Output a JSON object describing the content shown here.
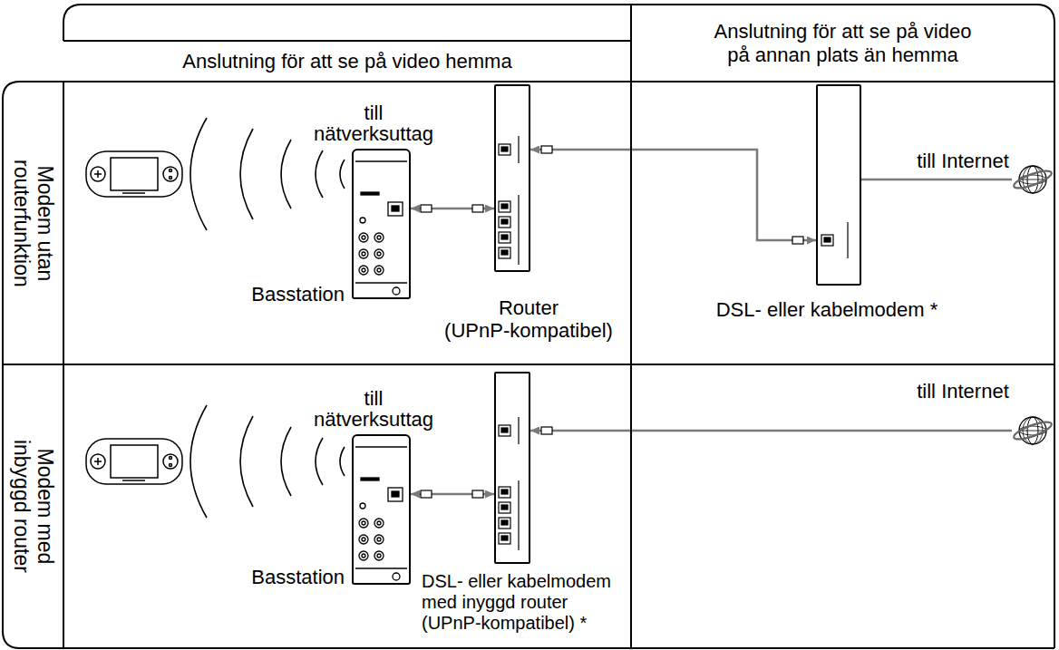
{
  "diagram": {
    "nodes": [
      {
        "text": [
          "Anslutning för att se på video hemma"
        ]
      },
      {
        "text": [
          "Anslutning för att se på video på annan plats än hemma"
        ]
      },
      {
        "text": [
          "Modem utan routerfunktion"
        ]
      },
      {
        "text": [
          "till nätverksuttag",
          "Basstation"
        ]
      },
      {
        "text": [
          "Router (UPnP-kompatibel)"
        ]
      },
      {
        "text": [
          "DSL- eller kabelmodem *"
        ]
      },
      {
        "text": [
          "till Internet"
        ]
      },
      {
        "text": [
          "Modem med inbyggd router"
        ]
      },
      {
        "text": [
          "till nätverksuttag",
          "Basstation"
        ]
      },
      {
        "text": [
          "DSL- eller kabelmodem med inyggd router (UPnP-kompatibel) *"
        ]
      },
      {
        "text": [
          "till Internet"
        ]
      }
    ],
    "edges": [
      {
        "from": 3,
        "to": 4,
        "arrow": "both"
      },
      {
        "from": 4,
        "to": 5,
        "arrow": "both"
      },
      {
        "from": 5,
        "to": 6,
        "arrow": "none"
      },
      {
        "from": 8,
        "to": 9,
        "arrow": "both"
      },
      {
        "from": 10,
        "to": 9,
        "arrow": "to"
      }
    ]
  }
}
